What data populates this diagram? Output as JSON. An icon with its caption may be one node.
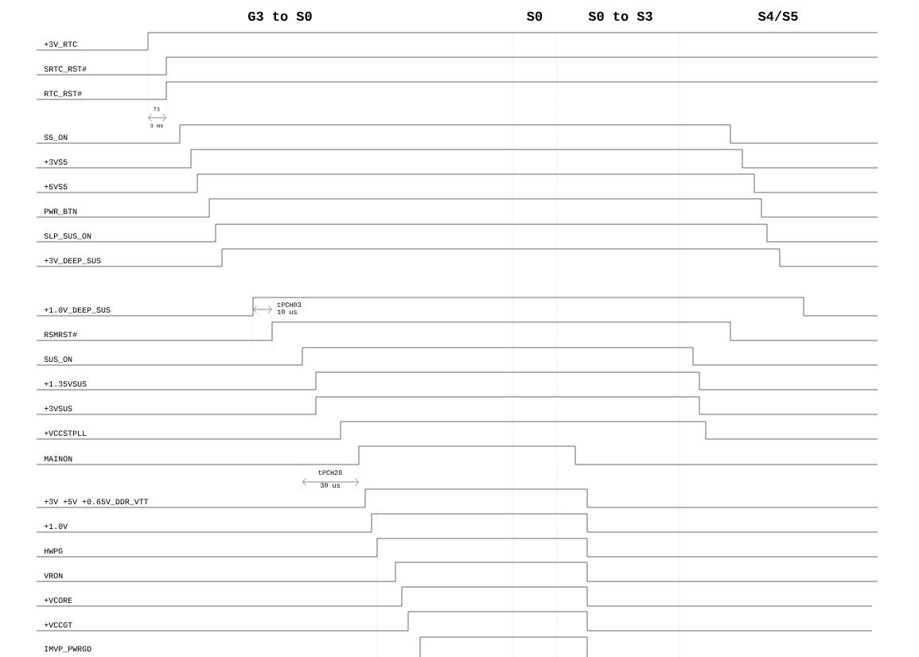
{
  "diagram": {
    "labels": [
      "G3 to S0",
      "S0",
      "S0 to S3",
      "S4/S5",
      "+3V_RTC",
      "SRTC_RST#",
      "RTC_RST#",
      "T1",
      "3 ms",
      "S5_ON",
      "+3VS5",
      "+5VS5",
      "PWR_BTN",
      "SLP_SUS_ON",
      "+3V_DEEP_SUS",
      "+1.0V_DEEP_SUS",
      "tPCH03",
      "10 us",
      "RSMRST#",
      "SUS_ON",
      "+1.35VSUS",
      "+3VSUS",
      "+VCCSTPLL",
      "MAINON",
      "tPCH28",
      "30 us",
      "+3V +5V +0.65V_DDR_VTT",
      "+1.0V",
      "HWPG",
      "VRON",
      "+VCORE",
      "+VCCGT",
      "IMVP_PWRGD"
    ]
  }
}
